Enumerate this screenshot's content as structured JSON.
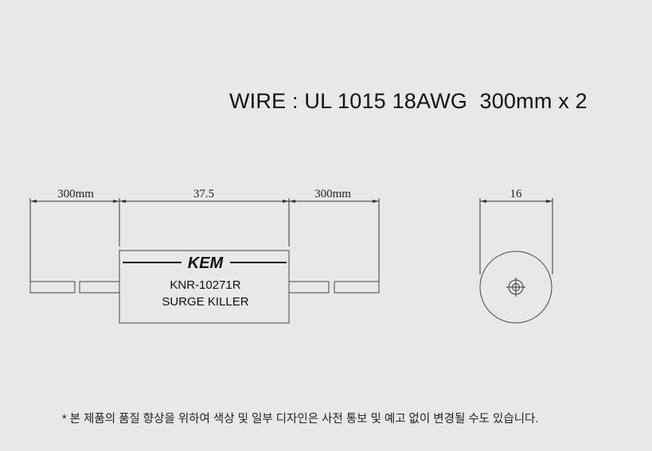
{
  "wire_spec": "WIRE : UL 1015 18AWG  300mm x 2",
  "dimensions": {
    "left_lead": "300mm",
    "body_length": "37.5",
    "right_lead": "300mm",
    "diameter": "16"
  },
  "component": {
    "brand": "KEM",
    "model": "KNR-10271R",
    "type": "SURGE KILLER"
  },
  "footnote": "* 본 제품의 품질 향상을 위하여 색상 및 일부 디자인은 사전 통보 및 예고 없이 변경될 수도 있습니다.",
  "colors": {
    "background": "#e8e8e8",
    "line": "#333333",
    "text": "#111111"
  }
}
